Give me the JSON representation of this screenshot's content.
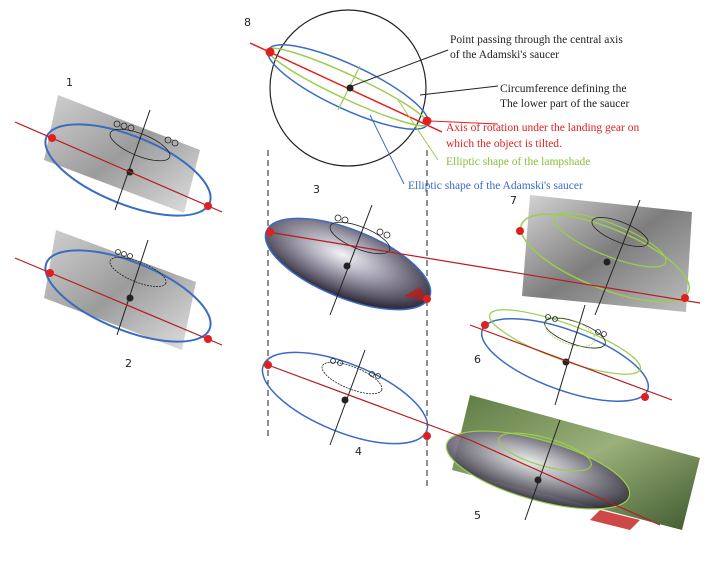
{
  "panel_numbers": [
    "1",
    "2",
    "3",
    "4",
    "5",
    "6",
    "7",
    "8"
  ],
  "annotations": {
    "central_axis_point": [
      "Point passing through the central axis",
      "of the Adamski's saucer"
    ],
    "circumference": [
      "Circumference defining the",
      "The lower part of the saucer"
    ],
    "rotation_axis": [
      "Axis of rotation under the landing gear on",
      "which the object is tilted."
    ],
    "lampshade": "Elliptic shape of the lampshade",
    "saucer_ellipse": "Elliptic shape of the Adamski's saucer"
  },
  "colors": {
    "axis_red": "#e02020",
    "saucer_blue": "#3a6cc0",
    "lampshade_green": "#9ccc50",
    "label_blue": "#3a6cc0",
    "label_green": "#8abf3a",
    "label_red": "#e02020",
    "label_black": "#222222"
  }
}
